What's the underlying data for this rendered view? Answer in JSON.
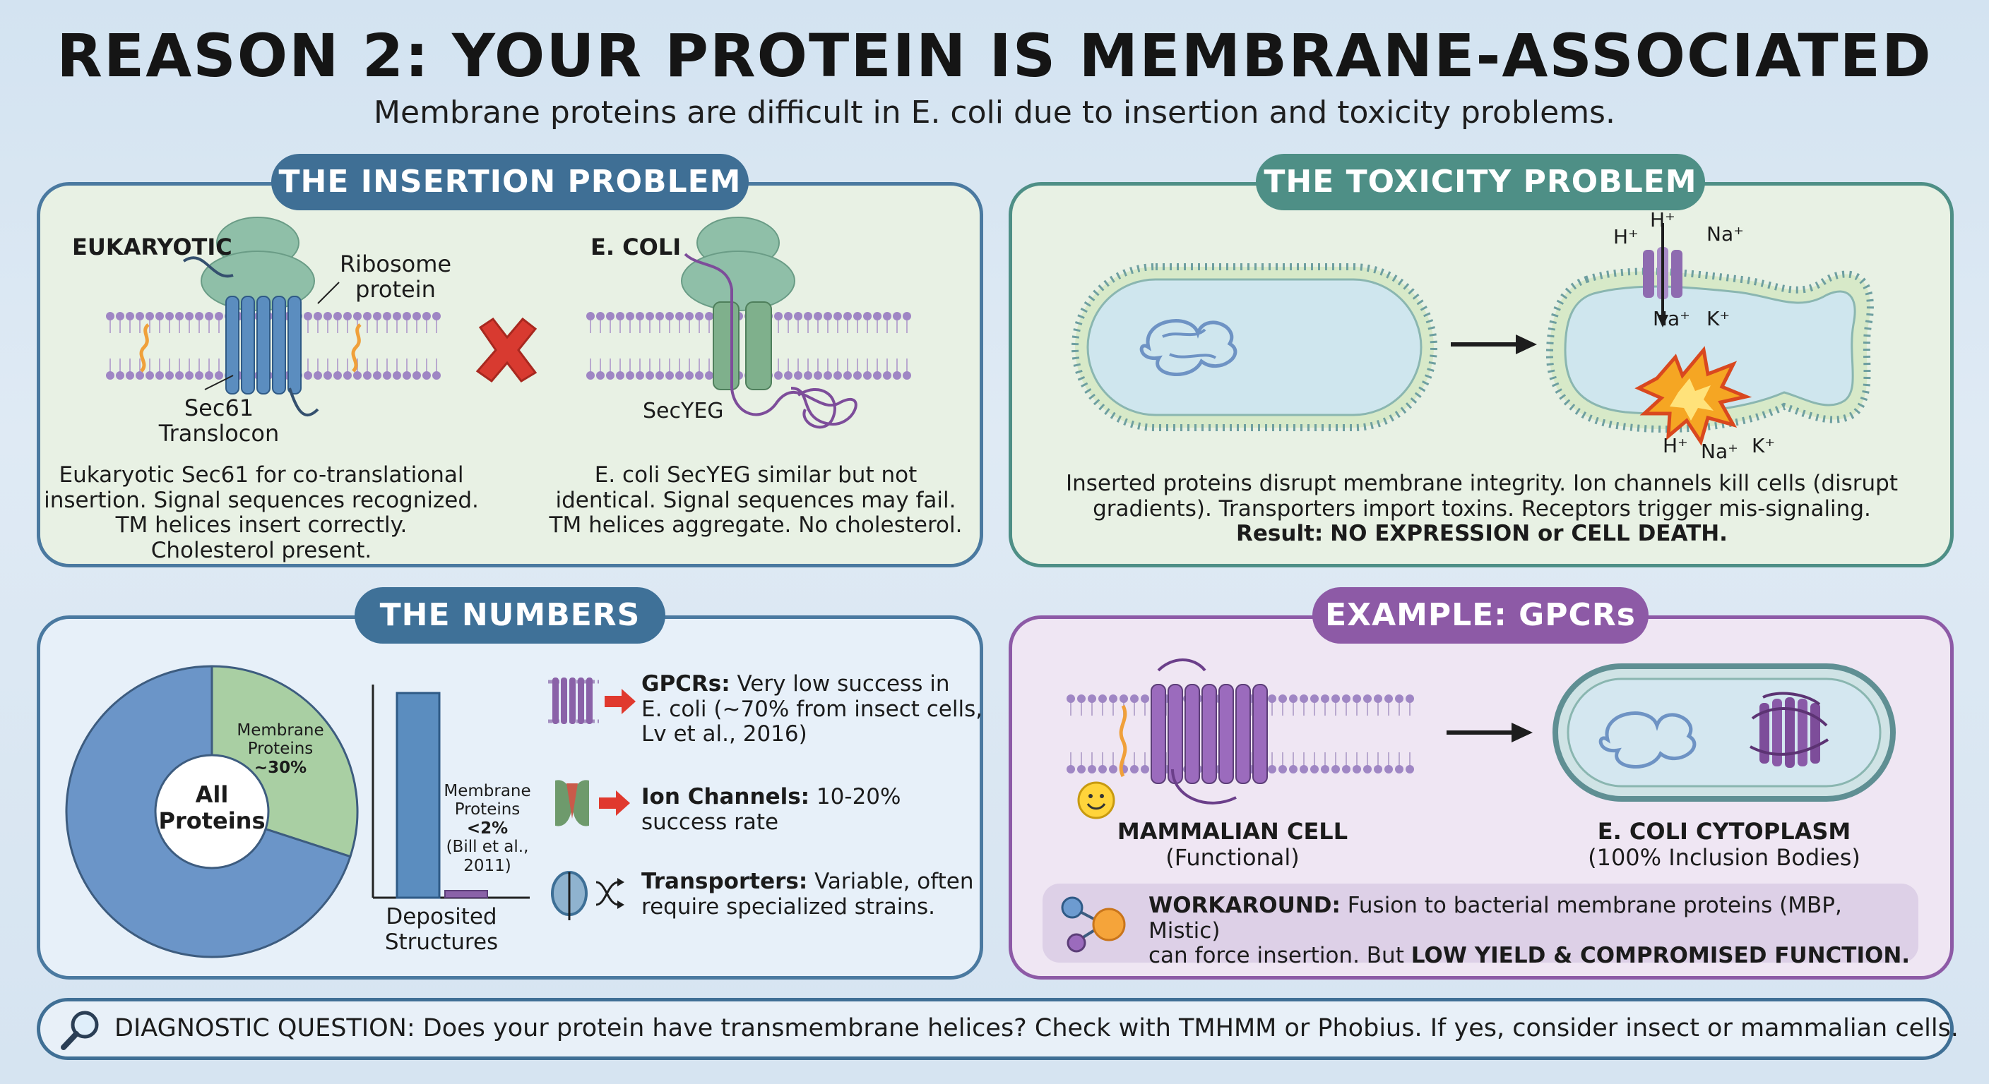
{
  "title": "REASON 2: YOUR PROTEIN IS MEMBRANE-ASSOCIATED",
  "subtitle": "Membrane proteins are difficult in E. coli due to insertion and toxicity problems.",
  "colors": {
    "insertion": "#3f6f95",
    "toxicity": "#4e8f86",
    "numbers": "#3f7198",
    "example": "#8d5aa6"
  },
  "insertion": {
    "header": "THE INSERTION PROBLEM",
    "euk_label": "EUKARYOTIC",
    "ribosome_label": "Ribosome",
    "protein_label": "protein",
    "sec61_label": "Sec61",
    "translocon_label": "Translocon",
    "ecoli_label": "E. COLI",
    "secyeg_label": "SecYEG",
    "euk_text": [
      "Eukaryotic Sec61 for co-translational",
      "insertion. Signal sequences recognized.",
      "TM helices insert correctly.",
      "Cholesterol present."
    ],
    "ecoli_text": [
      "E. coli SecYEG similar but not",
      "identical. Signal sequences may fail.",
      "TM helices aggregate. No cholesterol."
    ]
  },
  "toxicity": {
    "header": "THE TOXICITY PROBLEM",
    "ions": {
      "h": "H⁺",
      "na": "Na⁺",
      "k": "K⁺"
    },
    "text": [
      "Inserted proteins disrupt membrane integrity. Ion channels kill cells (disrupt",
      "gradients). Transporters import toxins. Receptors trigger mis-signaling."
    ],
    "result_label": "Result:",
    "result_value": "NO EXPRESSION or CELL DEATH."
  },
  "numbers": {
    "header": "THE NUMBERS",
    "pie_center": [
      "All",
      "Proteins"
    ],
    "pie_slice_label": [
      "Membrane",
      "Proteins",
      "~30%"
    ],
    "pie_membrane_fraction": 0.3,
    "bar_label": [
      "Membrane",
      "Proteins",
      "<2%",
      "(Bill et al.,",
      "2011)"
    ],
    "bar_axis_label": [
      "Deposited",
      "Structures"
    ],
    "items": [
      {
        "bold": "GPCRs:",
        "rest": " Very low success in",
        "lines": [
          "E. coli (~70% from insect cells,",
          "Lv et al., 2016)"
        ]
      },
      {
        "bold": "Ion Channels:",
        "rest": " 10-20%",
        "lines": [
          "success rate"
        ]
      },
      {
        "bold": "Transporters:",
        "rest": " Variable, often",
        "lines": [
          "require specialized strains."
        ]
      }
    ]
  },
  "example": {
    "header": "EXAMPLE: GPCRs",
    "mammalian_label": "MAMMALIAN CELL",
    "mammalian_sub": "(Functional)",
    "ecoli_label": "E. COLI CYTOPLASM",
    "ecoli_sub": "(100% Inclusion Bodies)",
    "workaround_bold": "WORKAROUND:",
    "workaround_text": " Fusion to bacterial membrane proteins (MBP, Mistic)",
    "workaround_line2": "can force insertion. But ",
    "workaround_line2_bold": "LOW YIELD & COMPROMISED FUNCTION."
  },
  "diagnostic": {
    "text": "DIAGNOSTIC QUESTION: Does your protein have transmembrane helices? Check with TMHMM or Phobius. If yes, consider insect or mammalian cells."
  }
}
